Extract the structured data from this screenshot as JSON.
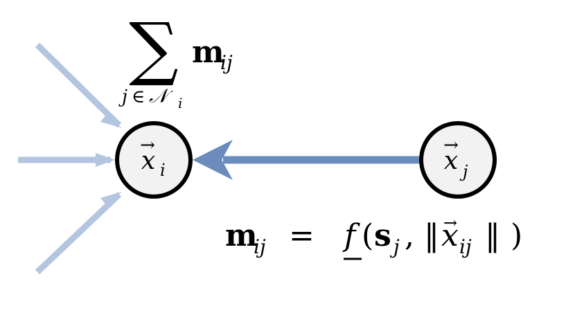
{
  "nodes": {
    "i": {
      "vec": "→",
      "var": "x",
      "sub": "i"
    },
    "j": {
      "vec": "→",
      "var": "x",
      "sub": "j"
    }
  },
  "sum": {
    "symbol": "∑",
    "operand": "m",
    "operand_sub": "ij",
    "limit_index": "j",
    "limit_in": "∈",
    "limit_set": "𝒩",
    "limit_set_sub": "i"
  },
  "message": {
    "lhs": "m",
    "lhs_sub": "ij",
    "equals": "=",
    "func": "f",
    "open": "(",
    "arg1": "s",
    "arg1_sub": "j",
    "comma": ",",
    "norm_open": "‖",
    "arg2_vec": "→",
    "arg2": "x",
    "arg2_sub": "ij",
    "norm_close": "‖",
    "close": ")"
  },
  "colors": {
    "main_arrow": "#6b8cbc",
    "incoming_arrows": "#b3c5df",
    "node_fill": "#f2f2f2",
    "node_stroke": "#000000"
  }
}
